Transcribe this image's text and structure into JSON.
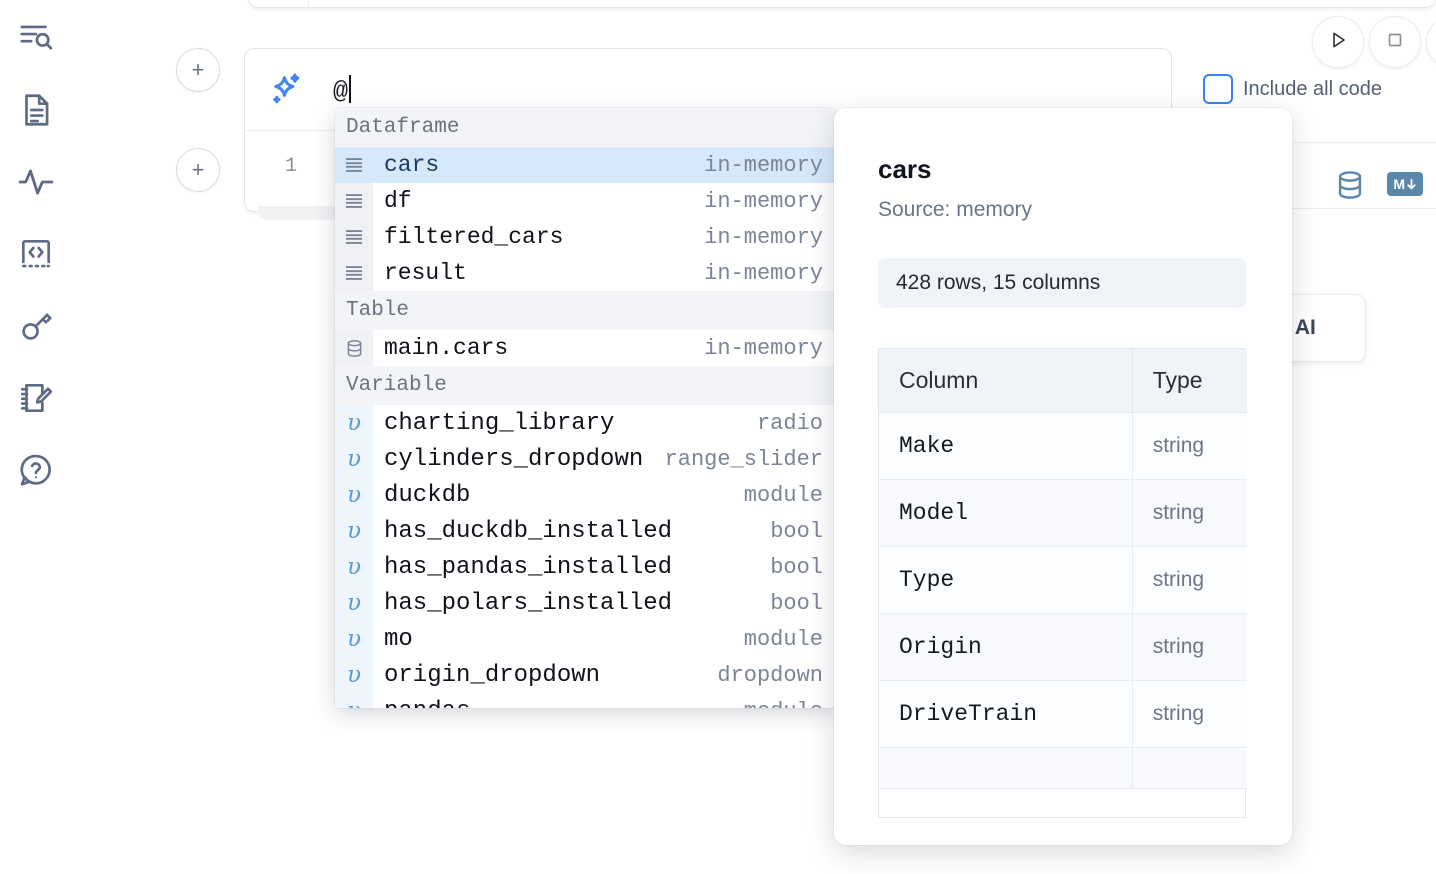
{
  "rail": {
    "items": [
      {
        "icon": "outline-search-icon",
        "name": "sidebar-item-explorer"
      },
      {
        "icon": "document-icon",
        "name": "sidebar-item-files"
      },
      {
        "icon": "activity-pulse-icon",
        "name": "sidebar-item-variables"
      },
      {
        "icon": "code-brackets-icon",
        "name": "sidebar-item-snippets"
      },
      {
        "icon": "key-icon",
        "name": "sidebar-item-secrets"
      },
      {
        "icon": "notebook-pencil-icon",
        "name": "sidebar-item-scratchpad"
      },
      {
        "icon": "question-chat-icon",
        "name": "sidebar-item-help"
      }
    ]
  },
  "cells": {
    "add_label": "+",
    "ai_input_value": "@",
    "code_line_number": "1"
  },
  "toolbar": {
    "run_icon": "play-icon",
    "stop_icon": "stop-icon",
    "include_all_code_label": "Include all code",
    "include_all_code_checked": false,
    "database_icon": "database-icon",
    "markdown_icon": "markdown-icon",
    "markdown_label": "M",
    "with_ai_label": "h AI",
    "accent_blue": "#3b82f6",
    "icon_blue": "#5b87a8"
  },
  "autocomplete": {
    "selected_index": 0,
    "groups": [
      {
        "label": "Dataframe",
        "icon": "dataframe-lines-icon",
        "items": [
          {
            "name": "cars",
            "type": "in-memory",
            "selected": true
          },
          {
            "name": "df",
            "type": "in-memory",
            "selected": false
          },
          {
            "name": "filtered_cars",
            "type": "in-memory",
            "selected": false
          },
          {
            "name": "result",
            "type": "in-memory",
            "selected": false
          }
        ]
      },
      {
        "label": "Table",
        "icon": "database-icon",
        "items": [
          {
            "name": "main.cars",
            "type": "in-memory",
            "selected": false
          }
        ]
      },
      {
        "label": "Variable",
        "icon": "variable-upsilon-icon",
        "items": [
          {
            "name": "charting_library",
            "type": "radio",
            "selected": false
          },
          {
            "name": "cylinders_dropdown",
            "type": "range_slider",
            "selected": false
          },
          {
            "name": "duckdb",
            "type": "module",
            "selected": false
          },
          {
            "name": "has_duckdb_installed",
            "type": "bool",
            "selected": false
          },
          {
            "name": "has_pandas_installed",
            "type": "bool",
            "selected": false
          },
          {
            "name": "has_polars_installed",
            "type": "bool",
            "selected": false
          },
          {
            "name": "mo",
            "type": "module",
            "selected": false
          },
          {
            "name": "origin_dropdown",
            "type": "dropdown",
            "selected": false
          },
          {
            "name": "pandas",
            "type": "module",
            "selected": false
          }
        ]
      }
    ],
    "highlight_color": "#d6e8fb"
  },
  "preview": {
    "title": "cars",
    "source": "Source: memory",
    "shape": "428 rows, 15 columns",
    "columns_header": "Column",
    "type_header": "Type",
    "rows": [
      {
        "column": "Make",
        "type": "string"
      },
      {
        "column": "Model",
        "type": "string"
      },
      {
        "column": "Type",
        "type": "string"
      },
      {
        "column": "Origin",
        "type": "string"
      },
      {
        "column": "DriveTrain",
        "type": "string"
      },
      {
        "column": "",
        "type": ""
      }
    ]
  }
}
